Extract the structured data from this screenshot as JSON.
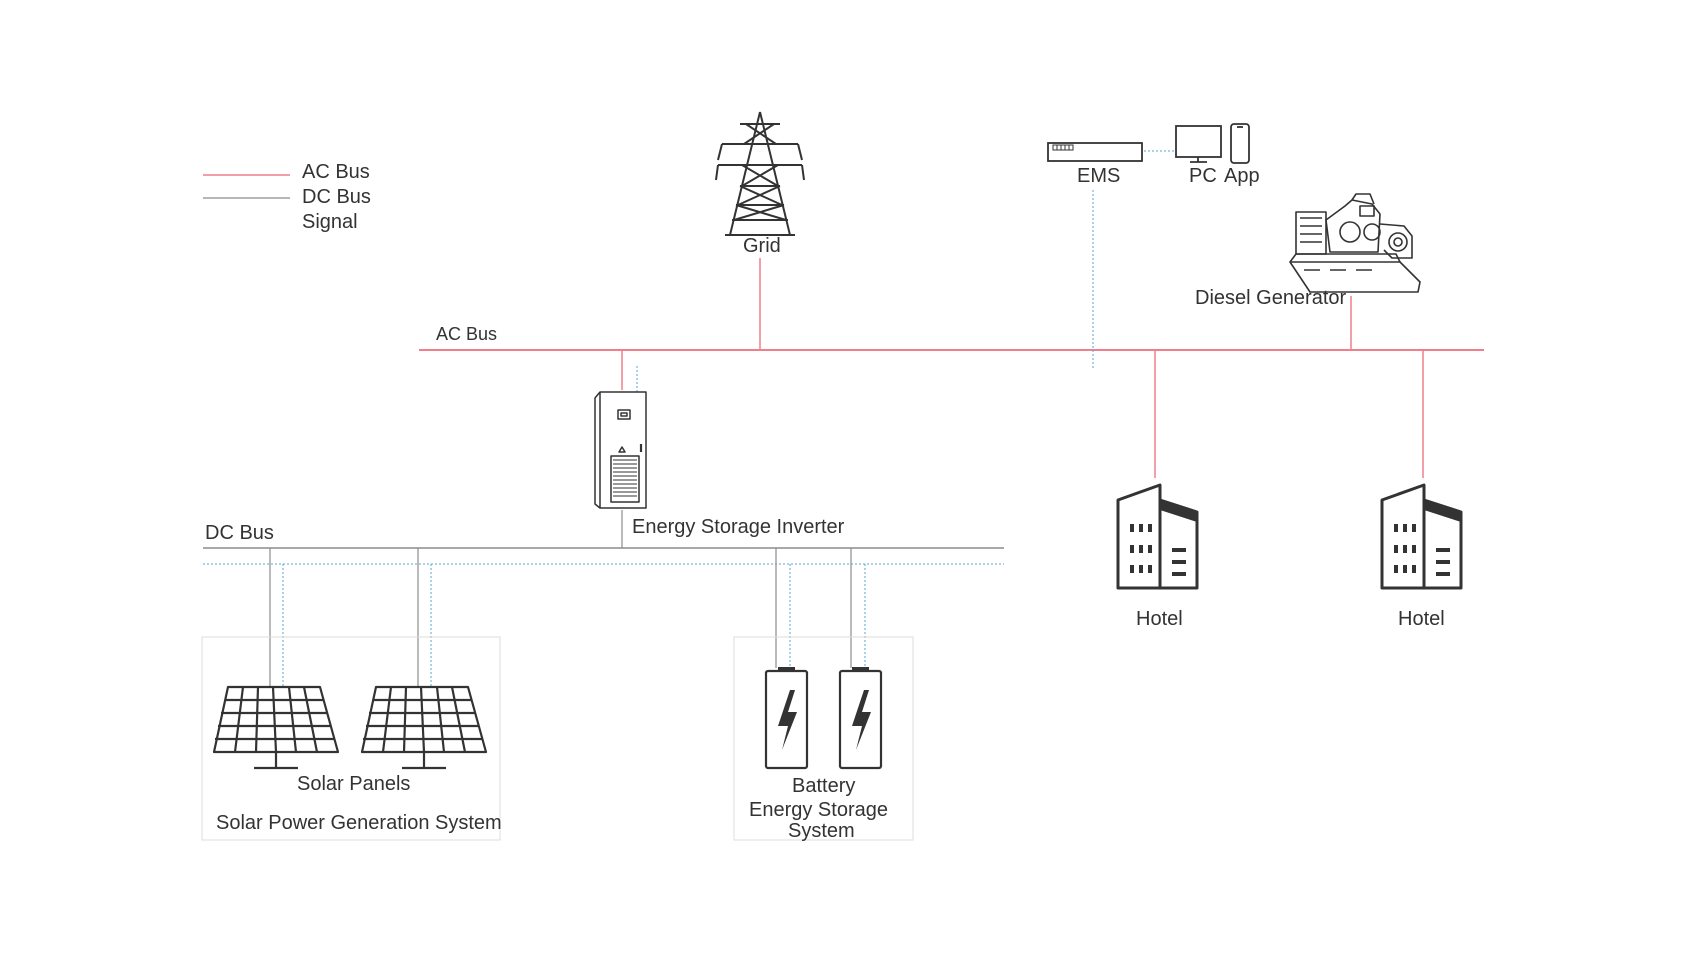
{
  "legend": {
    "ac_bus": "AC Bus",
    "dc_bus": "DC Bus",
    "signal": "Signal"
  },
  "labels": {
    "grid": "Grid",
    "ems": "EMS",
    "pc": "PC",
    "app": "App",
    "diesel_generator": "Diesel Generator",
    "ac_bus": "AC Bus",
    "dc_bus": "DC Bus",
    "energy_storage_inverter": "Energy Storage Inverter",
    "hotel_1": "Hotel",
    "hotel_2": "Hotel",
    "solar_panels": "Solar Panels",
    "solar_system": "Solar Power Generation System",
    "battery_line1": "Battery",
    "battery_line2": "Energy Storage",
    "battery_line3": "System"
  },
  "colors": {
    "ac_bus": "#ee7f8b",
    "dc_bus": "#8c8c8c",
    "signal": "#5aa6d6",
    "icon": "#333333",
    "box_border": "#dddddd"
  }
}
